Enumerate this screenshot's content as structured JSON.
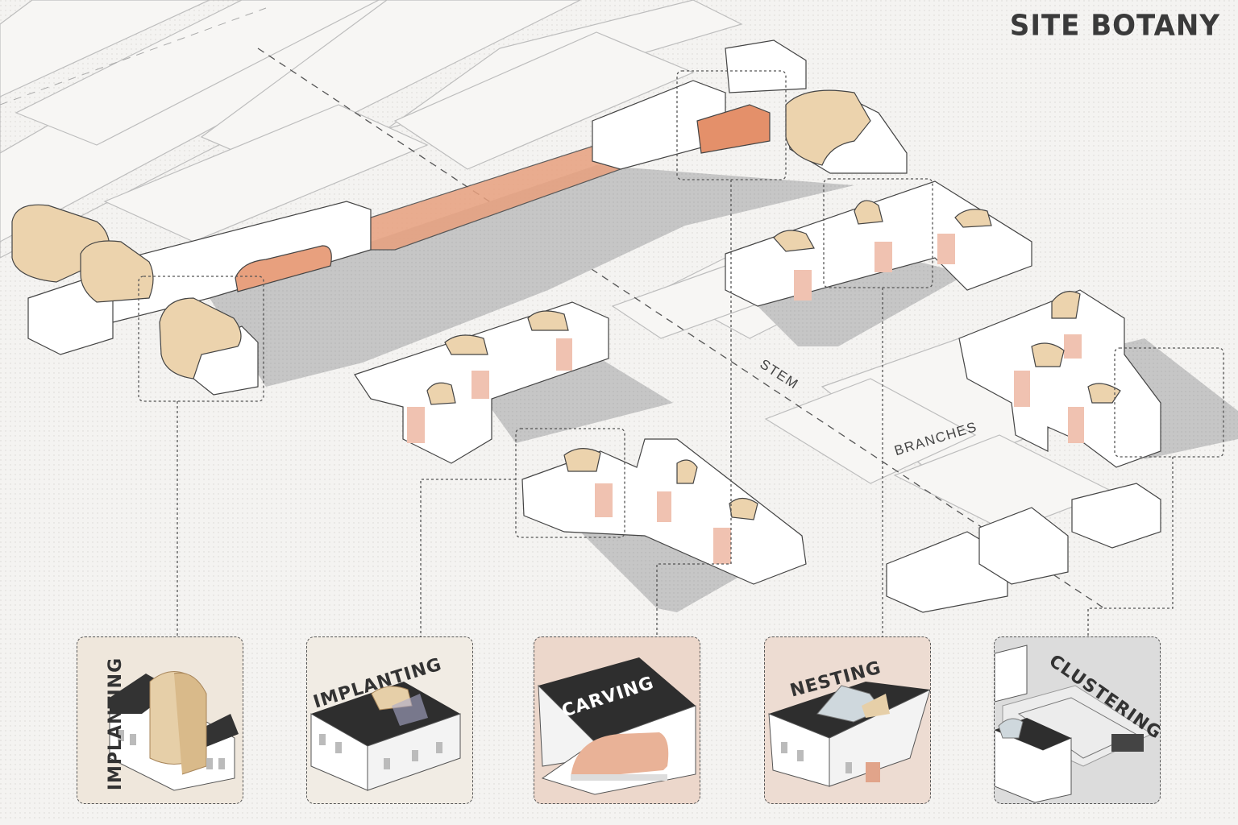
{
  "title": "SITE BOTANY",
  "streets": {
    "stem": "STEM",
    "branches": "BRANCHES"
  },
  "panels": [
    {
      "label": "IMPLANTING",
      "bg": "#efe7dc"
    },
    {
      "label": "IMPLANTING",
      "bg": "#f1ece4"
    },
    {
      "label": "CARVING",
      "bg": "#ecd7cb"
    },
    {
      "label": "NESTING",
      "bg": "#eddcd2"
    },
    {
      "label": "CLUSTERING",
      "bg": "#dcdcdc"
    }
  ],
  "colors": {
    "paper": "#f4f3f1",
    "carving": "#e4a383",
    "implant": "#ecd3ad",
    "shadow": "#c9c9c9",
    "line": "#555555"
  }
}
